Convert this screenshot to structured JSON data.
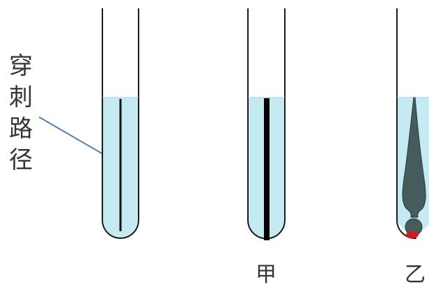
{
  "side_label": [
    "穿",
    "刺",
    "路",
    "径"
  ],
  "tube_labels": {
    "jia": "甲",
    "yi": "乙"
  },
  "colors": {
    "liquid": "#c5eaf2",
    "tube_outline": "#1a1a1a",
    "stab_line": "#111111",
    "arrow": "#4f7fae",
    "growth": "#465c5c",
    "growth_outline": "#2c3a3a",
    "red_spot": "#d41c1c",
    "label_text": "#333333"
  }
}
